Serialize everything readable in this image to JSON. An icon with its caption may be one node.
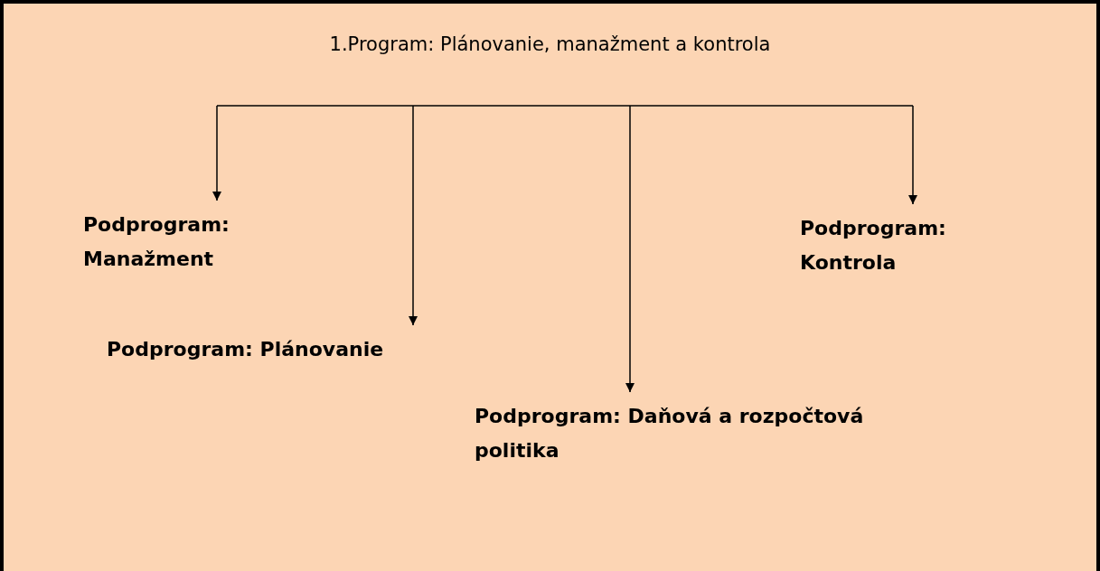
{
  "diagram": {
    "title": "1.Program: Plánovanie, manažment a kontrola",
    "nodes": [
      {
        "text": [
          "Podprogram: Manažment"
        ]
      },
      {
        "text": [
          "Podprogram: Plánovanie"
        ]
      },
      {
        "text": [
          "Podprogram: Daňová a rozpočtová politika"
        ]
      },
      {
        "text": [
          "Podprogram: Kontrola"
        ]
      }
    ],
    "edges": [
      {
        "from": null,
        "to": 0,
        "arrow": "to"
      },
      {
        "from": null,
        "to": 1,
        "arrow": "to"
      },
      {
        "from": null,
        "to": 2,
        "arrow": "to"
      },
      {
        "from": null,
        "to": 3,
        "arrow": "to"
      }
    ]
  }
}
